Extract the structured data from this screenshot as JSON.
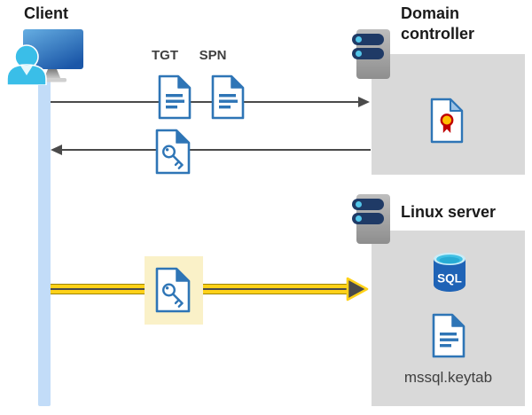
{
  "nodes": {
    "client": {
      "label": "Client"
    },
    "domain_controller": {
      "label": "Domain controller"
    },
    "linux_server": {
      "label": "Linux server"
    }
  },
  "tickets": {
    "tgt": "TGT",
    "spn": "SPN"
  },
  "artifacts": {
    "sql": "SQL",
    "keytab": "mssql.keytab"
  },
  "icons": {
    "client": "monitor-user-icon",
    "domain_controller": "server-tower-icon",
    "linux_server": "server-tower-icon",
    "tgt": "document-icon",
    "spn": "document-icon",
    "service_ticket": "key-document-icon",
    "certificate": "certificate-document-icon",
    "sql": "sql-database-cylinder-icon",
    "keytab": "document-icon"
  },
  "colors": {
    "doc_border": "#2E75B6",
    "doc_fill": "#FFFFFF",
    "doc_fold_light": "#9DC3E6",
    "panel_gray": "#D9D9D9",
    "arrow_gray": "#4A4A4A",
    "yellow": "#FFD117",
    "yellow_edge": "#9C8400",
    "highlight_yellow": "#FAF1C8",
    "lifeline_blue": "#C2DCF8",
    "server_navy": "#1F3A66",
    "server_dot_cyan": "#54C6EA",
    "server_gray_top": "#BDBDBD",
    "server_gray_bottom": "#8E8E8E",
    "monitor_top": "#66AEE2",
    "monitor_bottom": "#1B57A8",
    "person_cyan": "#3ABEE8",
    "sql_body": "#1F63B6",
    "sql_top_rim": "#C9EDF8",
    "sql_top": "#3FC0E4",
    "sql_top_inner": "#27ABD4",
    "cert_yellow": "#FFC000",
    "cert_red": "#C00000",
    "text_dark": "#1A1A1A",
    "text_gray": "#3F3F3F"
  }
}
